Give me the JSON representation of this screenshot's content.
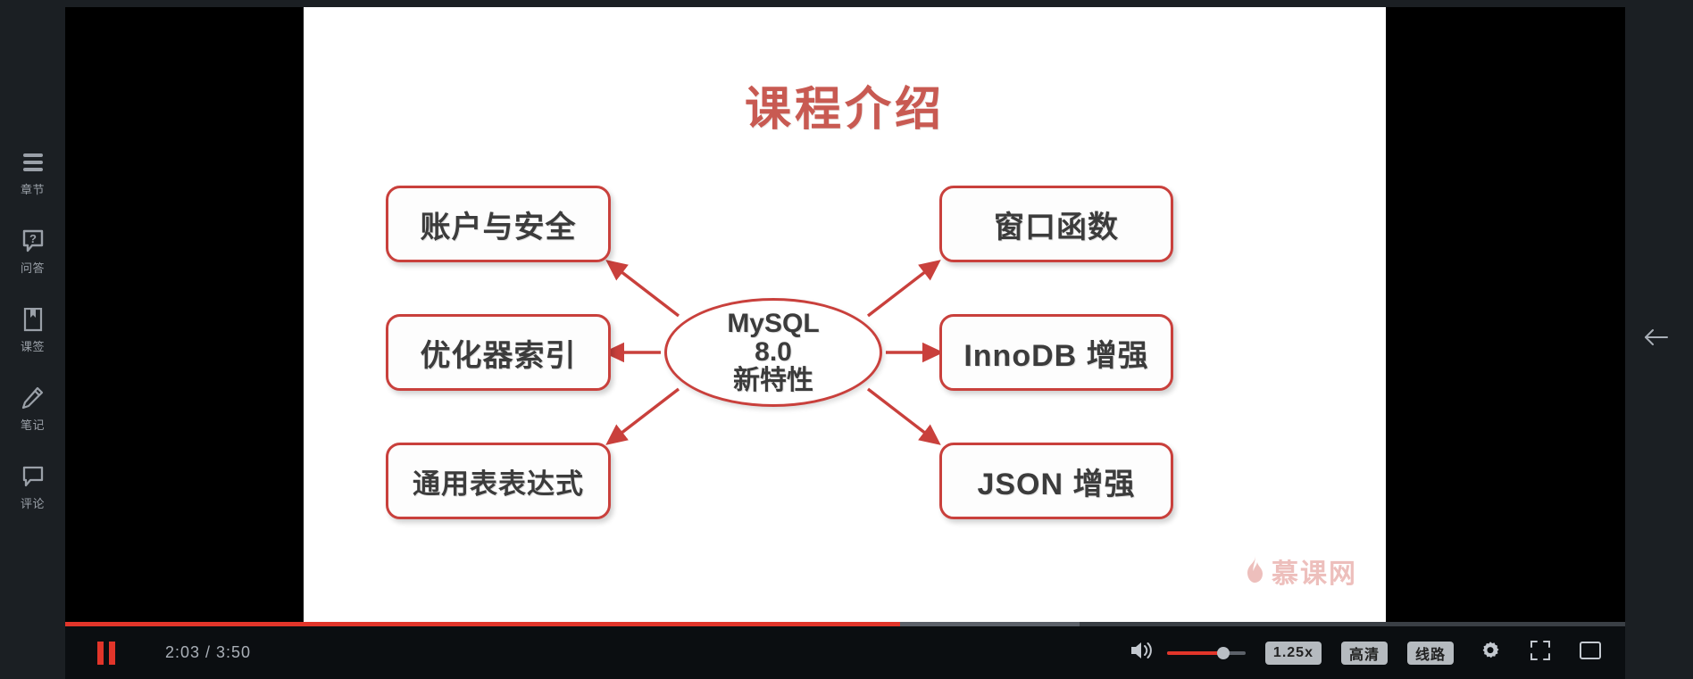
{
  "sidebar": {
    "items": [
      {
        "icon": "chapters-icon",
        "label": "章节"
      },
      {
        "icon": "qa-icon",
        "label": "问答"
      },
      {
        "icon": "bookmark-icon",
        "label": "课签"
      },
      {
        "icon": "notes-icon",
        "label": "笔记"
      },
      {
        "icon": "comments-icon",
        "label": "评论"
      }
    ]
  },
  "slide": {
    "title": "课程介绍",
    "center_node": {
      "line1": "MySQL",
      "line2": "8.0",
      "line3": "新特性"
    },
    "nodes": [
      {
        "id": "account-security",
        "label": "账户与安全",
        "side": "left",
        "row": 1
      },
      {
        "id": "optimizer-index",
        "label": "优化器索引",
        "side": "left",
        "row": 2
      },
      {
        "id": "cte",
        "label": "通用表表达式",
        "side": "left",
        "row": 3
      },
      {
        "id": "window-function",
        "label": "窗口函数",
        "side": "right",
        "row": 1
      },
      {
        "id": "innodb",
        "label": "InnoDB 增强",
        "side": "right",
        "row": 2
      },
      {
        "id": "json",
        "label": "JSON 增强",
        "side": "right",
        "row": 3
      }
    ],
    "watermark": "慕课网",
    "colors": {
      "title_red": "#c85a52",
      "node_border_red": "#c9403c",
      "node_text": "#3c3c3c",
      "watermark_pink": "#e08c87"
    }
  },
  "player": {
    "state": "playing",
    "play_pause_icon": "pause-icon",
    "current_time": "2:03",
    "duration": "3:50",
    "time_display": "2:03 / 3:50",
    "progress_percent": 53.5,
    "buffered_percent": 65,
    "volume_icon": "volume-on-icon",
    "volume_percent": 72,
    "speed_label": "1.25x",
    "quality_label": "高清",
    "line_label": "线路",
    "settings_icon": "gear-icon",
    "fullscreen_icon": "fullscreen-icon",
    "pip_icon": "picture-in-picture-icon",
    "accent_red": "#e2352a"
  },
  "panel": {
    "collapse_icon": "arrow-left-icon"
  }
}
